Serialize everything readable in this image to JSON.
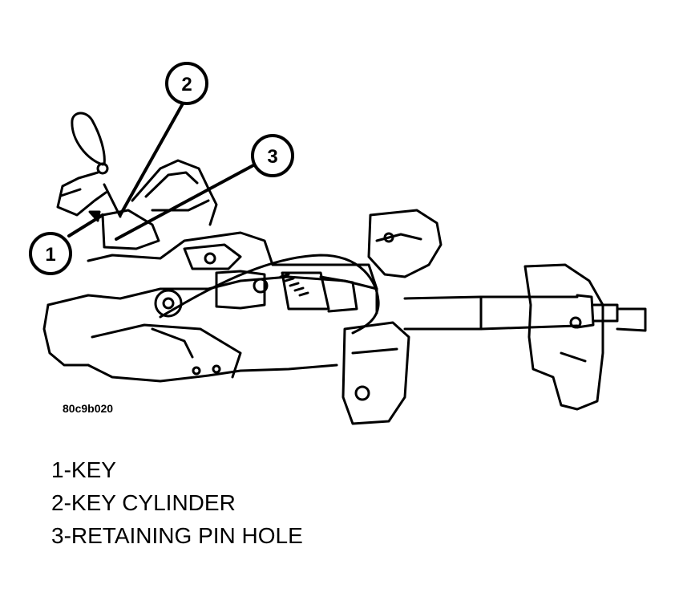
{
  "figure_id": "80c9b020",
  "callouts": [
    {
      "number": "1",
      "label": "KEY"
    },
    {
      "number": "2",
      "label": "KEY CYLINDER"
    },
    {
      "number": "3",
      "label": "RETAINING PIN HOLE"
    }
  ],
  "colors": {
    "ink": "#000000",
    "paper": "#ffffff"
  }
}
